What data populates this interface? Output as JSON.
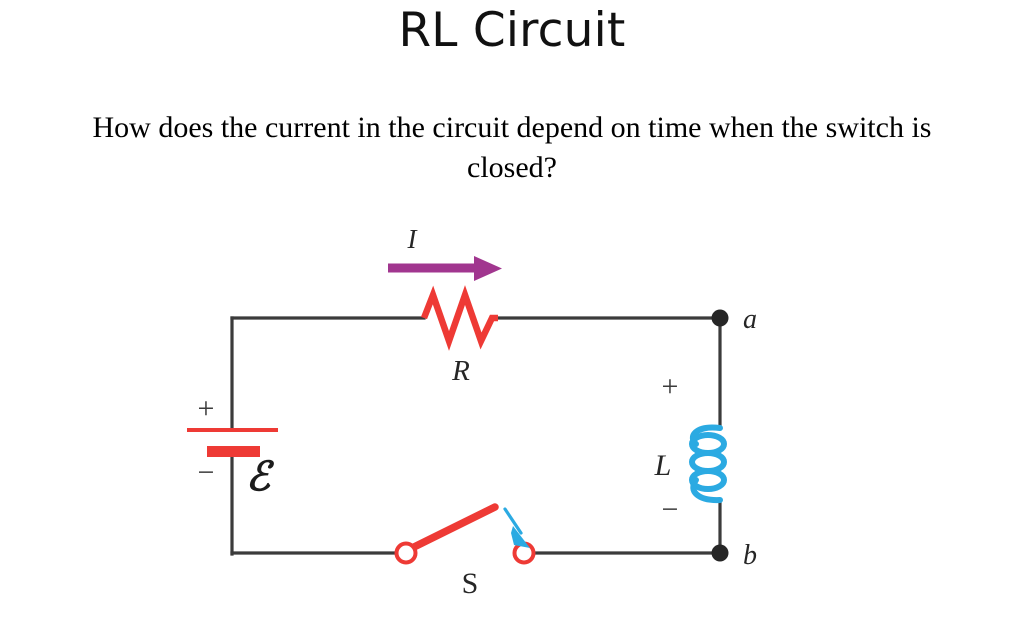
{
  "slide": {
    "title": "RL Circuit",
    "subtitle": "How does the current in the circuit depend on time when the switch is closed?",
    "background_color": "#ffffff"
  },
  "figure": {
    "name": "rl-circuit-diagram",
    "description": "Series RL circuit with EMF source, resistor R, switch S and inductor L between nodes a and b",
    "colors": {
      "wire": "#3b3b3b",
      "resistor": "#ee3a35",
      "battery": "#ee3a35",
      "switch": "#ee3a35",
      "inductor": "#2baae2",
      "current_arrow": "#a1368f",
      "close_arrow": "#2baae2",
      "node_dot": "#262626",
      "label": "#262626"
    },
    "labels": {
      "current": "I",
      "resistor": "R",
      "emf": "ℰ",
      "battery_plus": "+",
      "battery_minus": "−",
      "inductor": "L",
      "inductor_plus": "+",
      "inductor_minus": "−",
      "switch": "S",
      "node_a": "a",
      "node_b": "b"
    }
  }
}
